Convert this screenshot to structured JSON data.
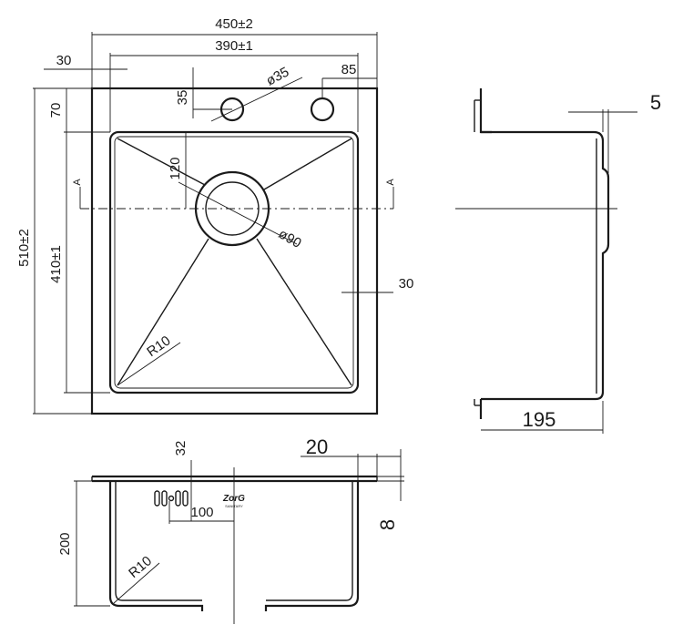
{
  "top_view": {
    "width_overall": "450±2",
    "width_inner": "390±1",
    "left_offset": "30",
    "right_tap_offset": "85",
    "tap_hole_diameter": "ø35",
    "tap_hole_offset": "35",
    "top_flange": "70",
    "drain_offset": "120",
    "drain_diameter": "ø90",
    "height_overall": "510±2",
    "height_inner": "410±1",
    "right_margin": "30",
    "corner_radius": "R10",
    "section_mark_left": "A",
    "section_mark_right": "A"
  },
  "side_view": {
    "flange_thickness": "5",
    "depth": "195"
  },
  "front_view": {
    "top_drop": "32",
    "right_flange": "20",
    "flange_height": "8",
    "overflow_spacing": "100",
    "height": "200",
    "corner_radius": "R10",
    "brand": "ZorG",
    "brand_sub": "SANITARY"
  }
}
